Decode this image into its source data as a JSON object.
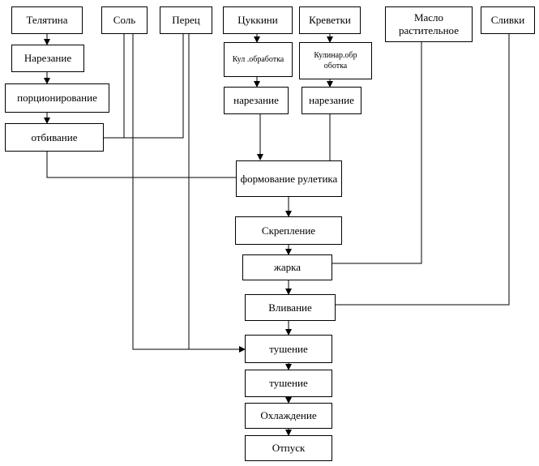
{
  "nodes": {
    "telyatina": "Телятина",
    "sol": "Соль",
    "perets": "Перец",
    "tsukkini": "Цуккини",
    "krevetki": "Креветки",
    "maslo": "Масло растительное",
    "slivki": "Сливки",
    "narezanie_1": "Нарезание",
    "portsionirovanie": "порционирование",
    "otbivanie": "отбивание",
    "kul_obrabotka_1": "Кул .обработка",
    "kul_obrabotka_2": "Кулинар.обр оботка",
    "narezanie_2": "нарезание",
    "narezanie_3": "нарезание",
    "formovanie": "формование рулетика",
    "skreplenie": "Скрепление",
    "zharka": "жарка",
    "vlivanie": "Вливание",
    "tushenie_1": "тушение",
    "tushenie_2": "тушение",
    "okhlazhdenie": "Охлаждение",
    "otpusk": "Отпуск"
  },
  "colors": {
    "line": "#000000",
    "box_border": "#000000",
    "background": "#ffffff"
  }
}
